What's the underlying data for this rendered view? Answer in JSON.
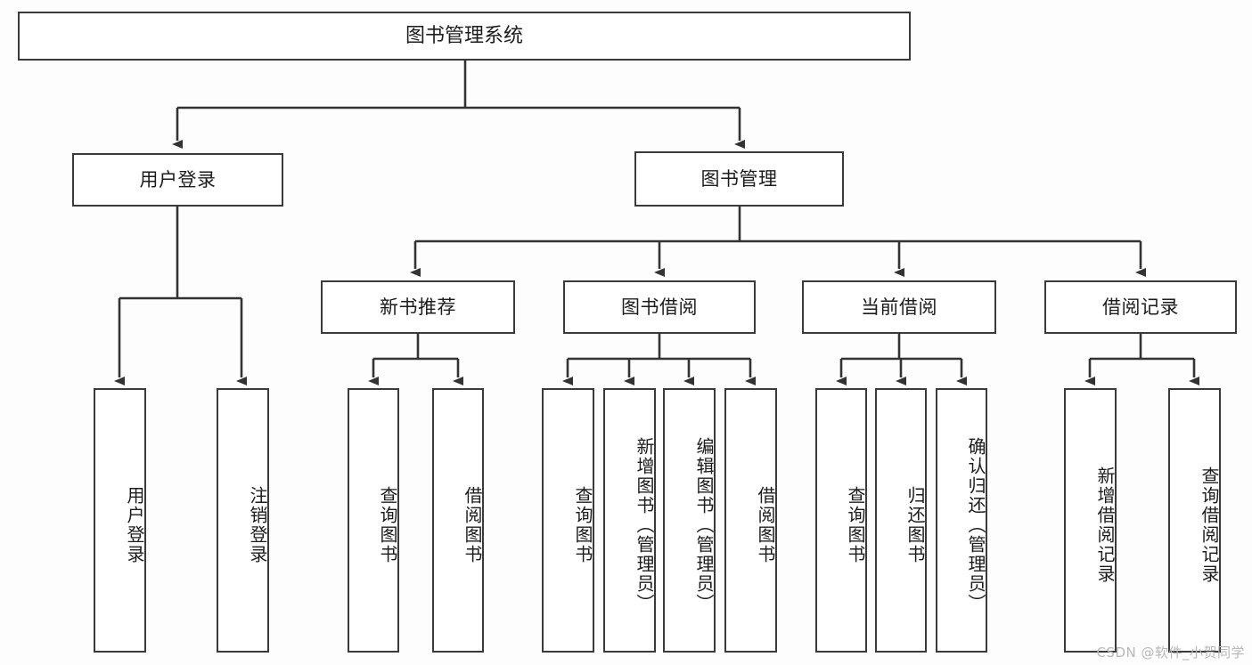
{
  "diagram": {
    "title": "图书管理系统",
    "type": "tree-hierarchy",
    "watermark": "CSDN @软件_小贺同学",
    "colors": {
      "background": "#fdfdfd",
      "box_fill": "#ffffff",
      "box_border": "#3a3a3a",
      "connector": "#333333",
      "text": "#1c1c1c",
      "watermark": "#b8b8b8"
    },
    "root": {
      "label": "图书管理系统"
    },
    "level2": [
      {
        "label": "用户登录"
      },
      {
        "label": "图书管理"
      }
    ],
    "level3": [
      {
        "label": "新书推荐"
      },
      {
        "label": "图书借阅"
      },
      {
        "label": "当前借阅"
      },
      {
        "label": "借阅记录"
      }
    ],
    "leaves": {
      "user_login": [
        {
          "label": "用户登录"
        },
        {
          "label": "注销登录"
        }
      ],
      "new_book_recommend": [
        {
          "label": "查询图书"
        },
        {
          "label": "借阅图书"
        }
      ],
      "book_borrow": [
        {
          "label": "查询图书"
        },
        {
          "label": "新增图书（管理员）"
        },
        {
          "label": "编辑图书（管理员）"
        },
        {
          "label": "借阅图书"
        }
      ],
      "current_borrow": [
        {
          "label": "查询图书"
        },
        {
          "label": "归还图书"
        },
        {
          "label": "确认归还（管理员）"
        }
      ],
      "borrow_record": [
        {
          "label": "新增借阅记录"
        },
        {
          "label": "查询借阅记录"
        }
      ]
    }
  }
}
